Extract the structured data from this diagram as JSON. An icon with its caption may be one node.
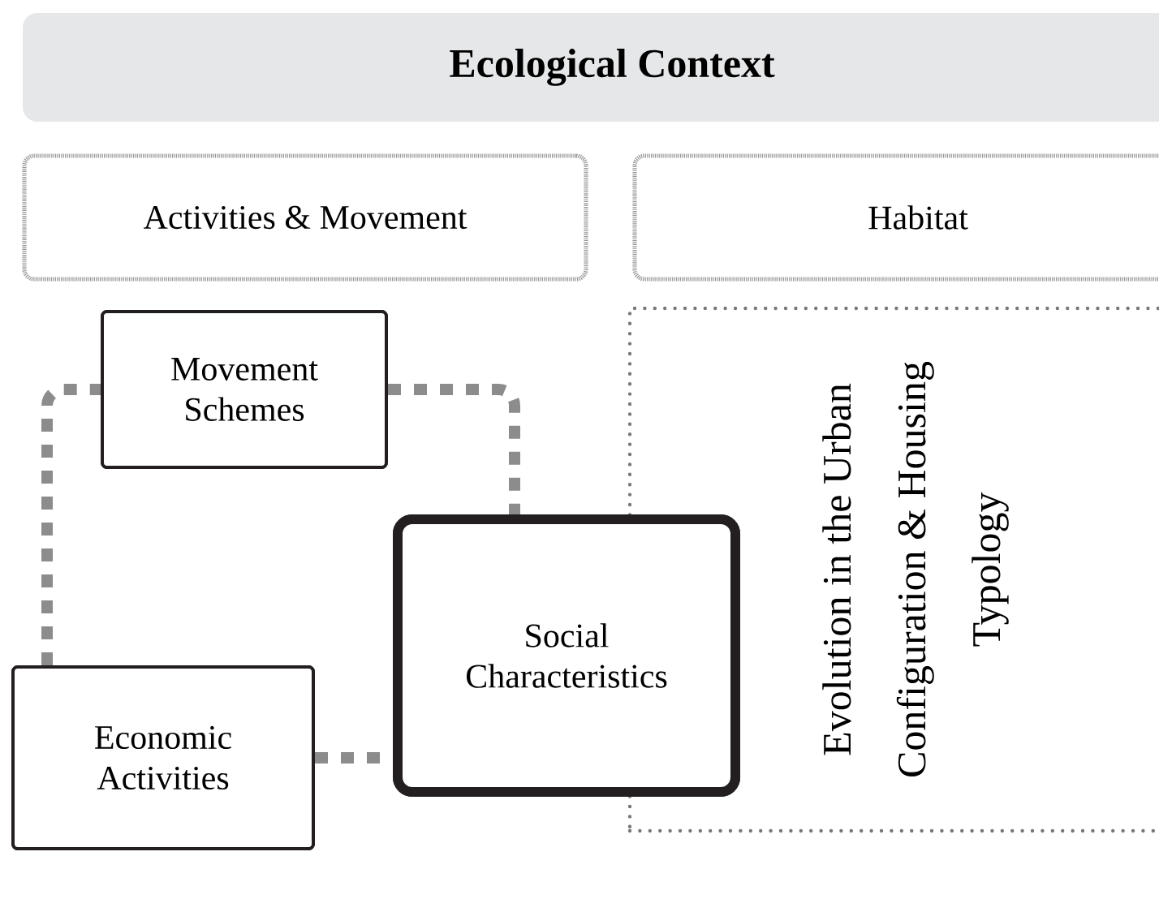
{
  "diagram": {
    "nodes": [
      {
        "text": [
          "Ecological Context"
        ]
      },
      {
        "text": [
          "Activities & Movement"
        ]
      },
      {
        "text": [
          "Habitat"
        ]
      },
      {
        "text": [
          "Evolution in the Urban Configuration & Housing Typology"
        ]
      },
      {
        "text": [
          "Movement Schemes"
        ]
      },
      {
        "text": [
          "Social Characteristics"
        ]
      },
      {
        "text": [
          "Economic Activities"
        ]
      }
    ],
    "edges": [
      {
        "from": 6,
        "to": 4,
        "arrow": "none",
        "style": "dashed"
      },
      {
        "from": 4,
        "to": 5,
        "arrow": "none",
        "style": "dashed"
      },
      {
        "from": 6,
        "to": 5,
        "arrow": "none",
        "style": "dashed"
      }
    ]
  }
}
